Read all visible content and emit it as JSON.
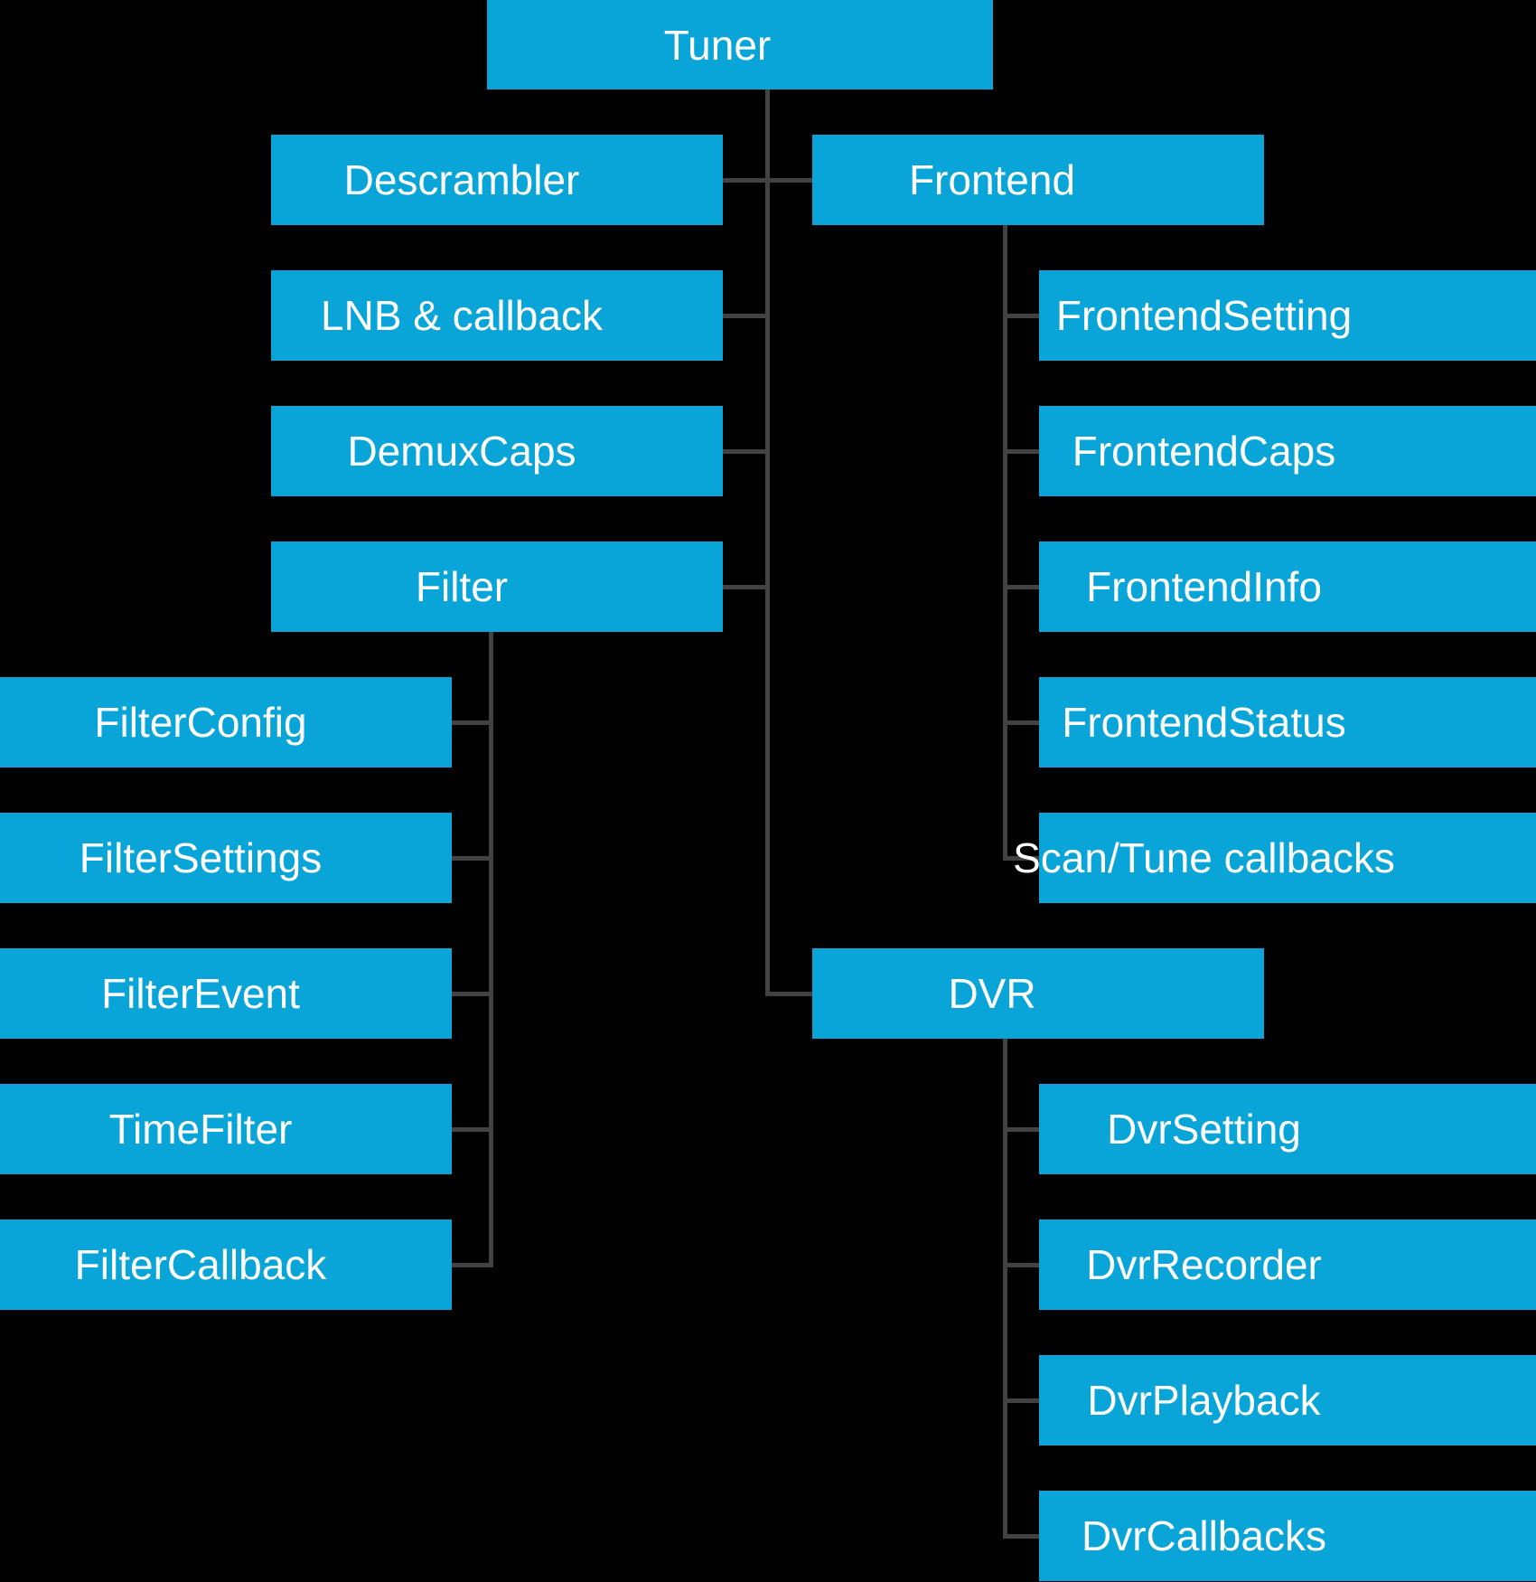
{
  "colors": {
    "box": "#0aa5d8",
    "connector": "#424242",
    "background": "#000000",
    "text": "#ffffff"
  },
  "nodes": {
    "tuner": {
      "label": "Tuner"
    },
    "descrambler": {
      "label": "Descrambler"
    },
    "lnb": {
      "label": "LNB & callback"
    },
    "demux_caps": {
      "label": "DemuxCaps"
    },
    "filter": {
      "label": "Filter"
    },
    "frontend": {
      "label": "Frontend"
    },
    "frontend_setting": {
      "label": "FrontendSetting"
    },
    "frontend_caps": {
      "label": "FrontendCaps"
    },
    "frontend_info": {
      "label": "FrontendInfo"
    },
    "frontend_status": {
      "label": "FrontendStatus"
    },
    "scan_tune": {
      "label": "Scan/Tune callbacks"
    },
    "filter_config": {
      "label": "FilterConfig"
    },
    "filter_settings": {
      "label": "FilterSettings"
    },
    "filter_event": {
      "label": "FilterEvent"
    },
    "time_filter": {
      "label": "TimeFilter"
    },
    "filter_callback": {
      "label": "FilterCallback"
    },
    "dvr": {
      "label": "DVR"
    },
    "dvr_setting": {
      "label": "DvrSetting"
    },
    "dvr_recorder": {
      "label": "DvrRecorder"
    },
    "dvr_playback": {
      "label": "DvrPlayback"
    },
    "dvr_callbacks": {
      "label": "DvrCallbacks"
    }
  },
  "hierarchy": {
    "root": "tuner",
    "edges": [
      [
        "tuner",
        "descrambler"
      ],
      [
        "tuner",
        "lnb"
      ],
      [
        "tuner",
        "demux_caps"
      ],
      [
        "tuner",
        "filter"
      ],
      [
        "tuner",
        "frontend"
      ],
      [
        "tuner",
        "dvr"
      ],
      [
        "frontend",
        "frontend_setting"
      ],
      [
        "frontend",
        "frontend_caps"
      ],
      [
        "frontend",
        "frontend_info"
      ],
      [
        "frontend",
        "frontend_status"
      ],
      [
        "frontend",
        "scan_tune"
      ],
      [
        "filter",
        "filter_config"
      ],
      [
        "filter",
        "filter_settings"
      ],
      [
        "filter",
        "filter_event"
      ],
      [
        "filter",
        "time_filter"
      ],
      [
        "filter",
        "filter_callback"
      ],
      [
        "dvr",
        "dvr_setting"
      ],
      [
        "dvr",
        "dvr_recorder"
      ],
      [
        "dvr",
        "dvr_playback"
      ],
      [
        "dvr",
        "dvr_callbacks"
      ]
    ]
  }
}
